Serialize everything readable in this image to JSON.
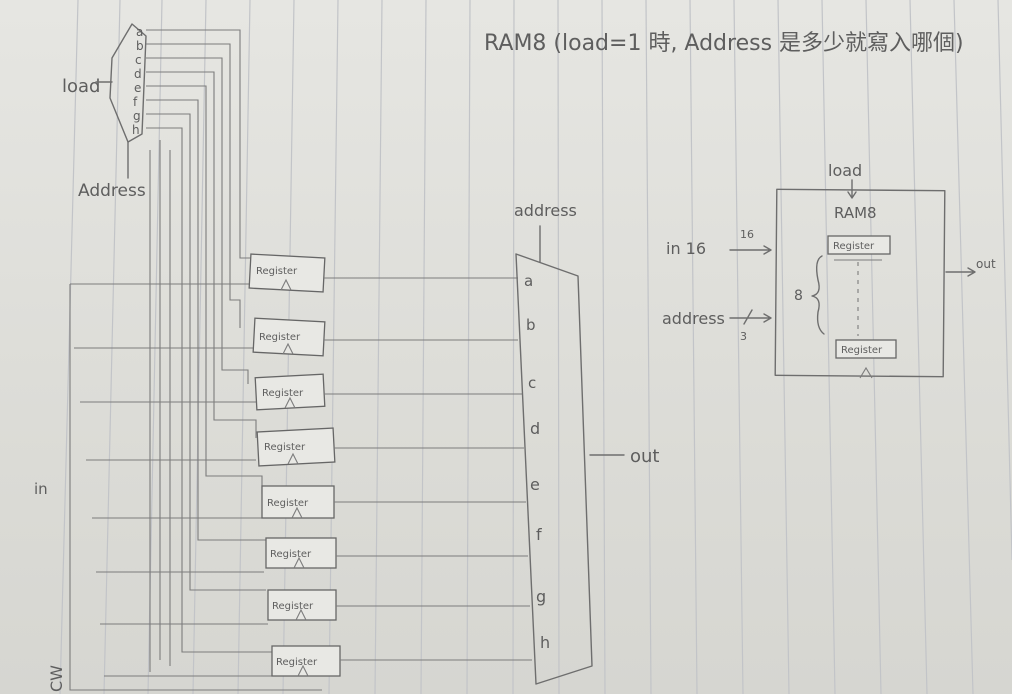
{
  "title": "RAM8 (load=1 時, Address 是多少就寫入哪個)",
  "left": {
    "load_label": "load",
    "address_label": "Address",
    "in_label": "in",
    "demux_outputs": [
      "a",
      "b",
      "c",
      "d",
      "e",
      "f",
      "g",
      "h"
    ],
    "register_label": "Register"
  },
  "mux": {
    "address_label": "address",
    "inputs": [
      "a",
      "b",
      "c",
      "d",
      "e",
      "f",
      "g",
      "h"
    ],
    "out_label": "out"
  },
  "chip": {
    "title": "RAM8",
    "load_label": "load",
    "in_label": "in 16",
    "in_bus_width": "16",
    "address_label": "address",
    "address_bus_width": "3",
    "register_label": "Register",
    "count_label": "8",
    "out_label": "out"
  },
  "margin_note": "CW"
}
